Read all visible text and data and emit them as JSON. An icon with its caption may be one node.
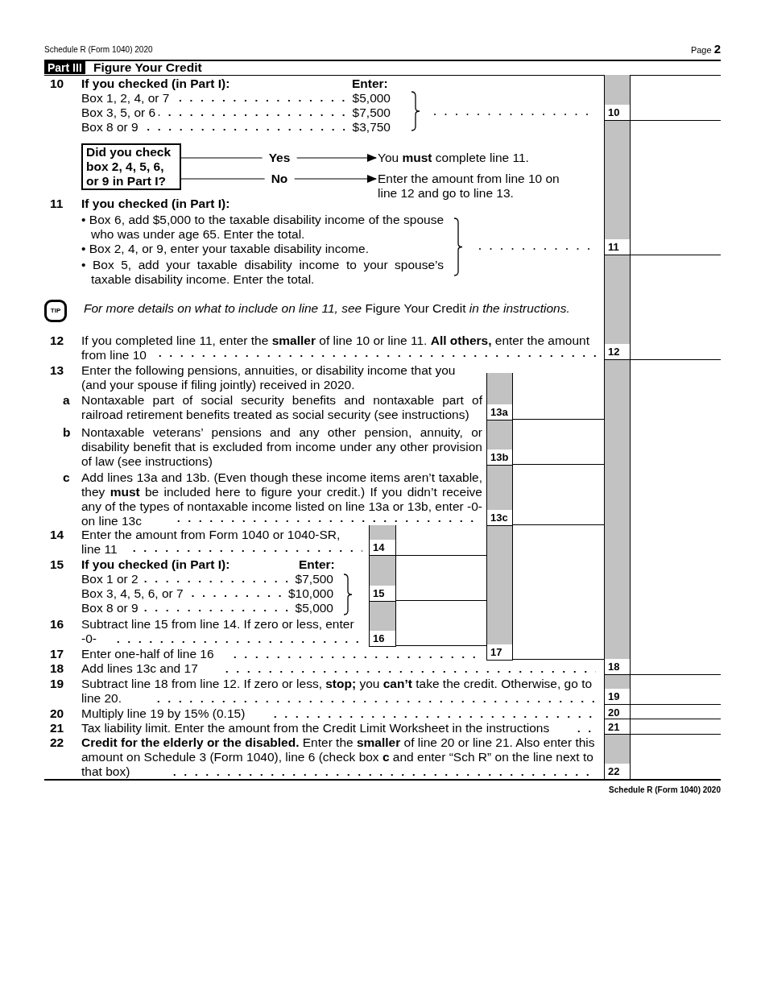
{
  "diagram": {
    "nodes": [
      {
        "text": [
          "Did you check box 2, 4, 5, 6, or 9 in Part I?"
        ]
      },
      {
        "text": [
          "You **must** complete line 11."
        ]
      },
      {
        "text": [
          "Enter the amount from line 10 on line 12 and go to line 13."
        ]
      }
    ],
    "edges": [
      {
        "from": 0,
        "to": 1,
        "arrow": "to",
        "label": "Yes"
      },
      {
        "from": 0,
        "to": 2,
        "arrow": "to",
        "label": "No"
      }
    ],
    "labels": [
      "Schedule R (Form 1040) 2020",
      "Page **2**",
      "Part III",
      "Figure Your Credit",
      "10",
      "If you checked (in Part I):",
      "Enter:",
      "Box 1, 2, 4, or 7",
      "$5,000",
      "Box 3, 5, or 6",
      "$7,500",
      "Box 8 or 9",
      "$3,750",
      "10",
      "11",
      "If you checked (in Part I):",
      "• Box 6, add $5,000 to the taxable disability income of the spouse who was under age 65. Enter the total.",
      "• Box 2, 4, or 9, enter your taxable disability income.",
      "• Box 5, add your taxable disability income to your spouse’s taxable disability income. Enter the total.",
      "11",
      "TIP",
      "*For more details on what to include on line 11, see* Figure Your Credit *in the instructions.*",
      "12",
      "If you completed line 11, enter the **smaller** of line 10 or line 11. **All others,** enter the amount from line 10",
      "12",
      "13",
      "Enter the following pensions, annuities, or disability income that you (and your spouse if filing jointly) received in 2020.",
      "a",
      "Nontaxable part of social security benefits and nontaxable part of railroad retirement benefits treated as social security (see instructions)",
      "13a",
      "b",
      "Nontaxable veterans’ pensions and any other pension, annuity, or disability benefit that is excluded from income under any other provision of law (see instructions)",
      "13b",
      "c",
      "Add lines 13a and 13b. (Even though these income items aren’t taxable, they **must** be included here to figure your credit.) If you didn’t receive any of the types of nontaxable income listed on line 13a or 13b, enter -0- on line 13c",
      "13c",
      "14",
      "Enter the amount from Form 1040 or 1040-SR, line 11",
      "14",
      "15",
      "If you checked (in Part I):",
      "Enter:",
      "Box 1 or 2",
      "$7,500",
      "Box 3, 4, 5, 6, or 7",
      "$10,000",
      "Box 8 or 9",
      "$5,000",
      "15",
      "16",
      "Subtract line 15 from line 14. If zero or less, enter -0-",
      "16",
      "17",
      "Enter one-half of line 16",
      "17",
      "18",
      "Add lines 13c and 17",
      "18",
      "19",
      "Subtract line 18 from line 12. If zero or less, **stop;** you **can’t** take the credit. Otherwise, go to line 20.",
      "19",
      "20",
      "Multiply line 19 by 15% (0.15)",
      "20",
      "21",
      "Tax liability limit. Enter the amount from the Credit Limit Worksheet in the instructions",
      "21",
      "22",
      "**Credit for the elderly or the disabled.** Enter the **smaller** of line 20 or line 21. Also enter this amount on Schedule 3 (Form 1040), line 6 (check box **c** and enter “Sch R” on the line next to that box)",
      "22",
      "Schedule R (Form 1040) 2020"
    ]
  }
}
